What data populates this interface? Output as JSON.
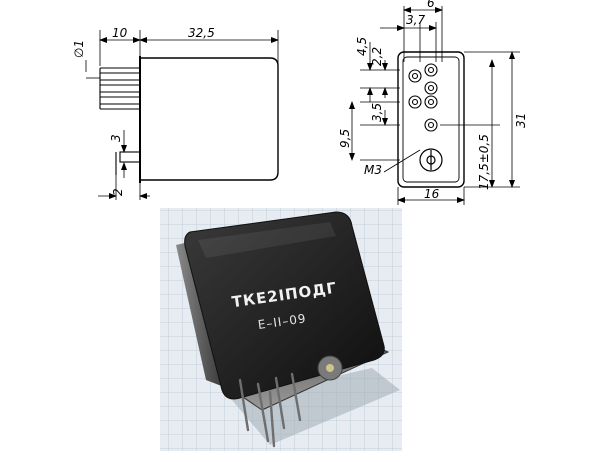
{
  "side_view": {
    "dims": {
      "pin_diameter": "∅1",
      "pin_length": "10",
      "body_length": "32,5",
      "lower_pin_spacing": "3",
      "lower_pin_offset": "2"
    }
  },
  "end_view": {
    "dims": {
      "width_6": "6",
      "width_3_7": "3,7",
      "spacing_4_5": "4,5",
      "spacing_2_2": "2,2",
      "spacing_3_5": "3,5",
      "spacing_9_5": "9,5",
      "total_height": "31",
      "height_17_5": "17,5±0,5",
      "body_width": "16",
      "thread": "М3"
    }
  },
  "photo": {
    "label_line1": "ТКЕ2IПОДГ",
    "label_line2": "Е–II–09"
  }
}
